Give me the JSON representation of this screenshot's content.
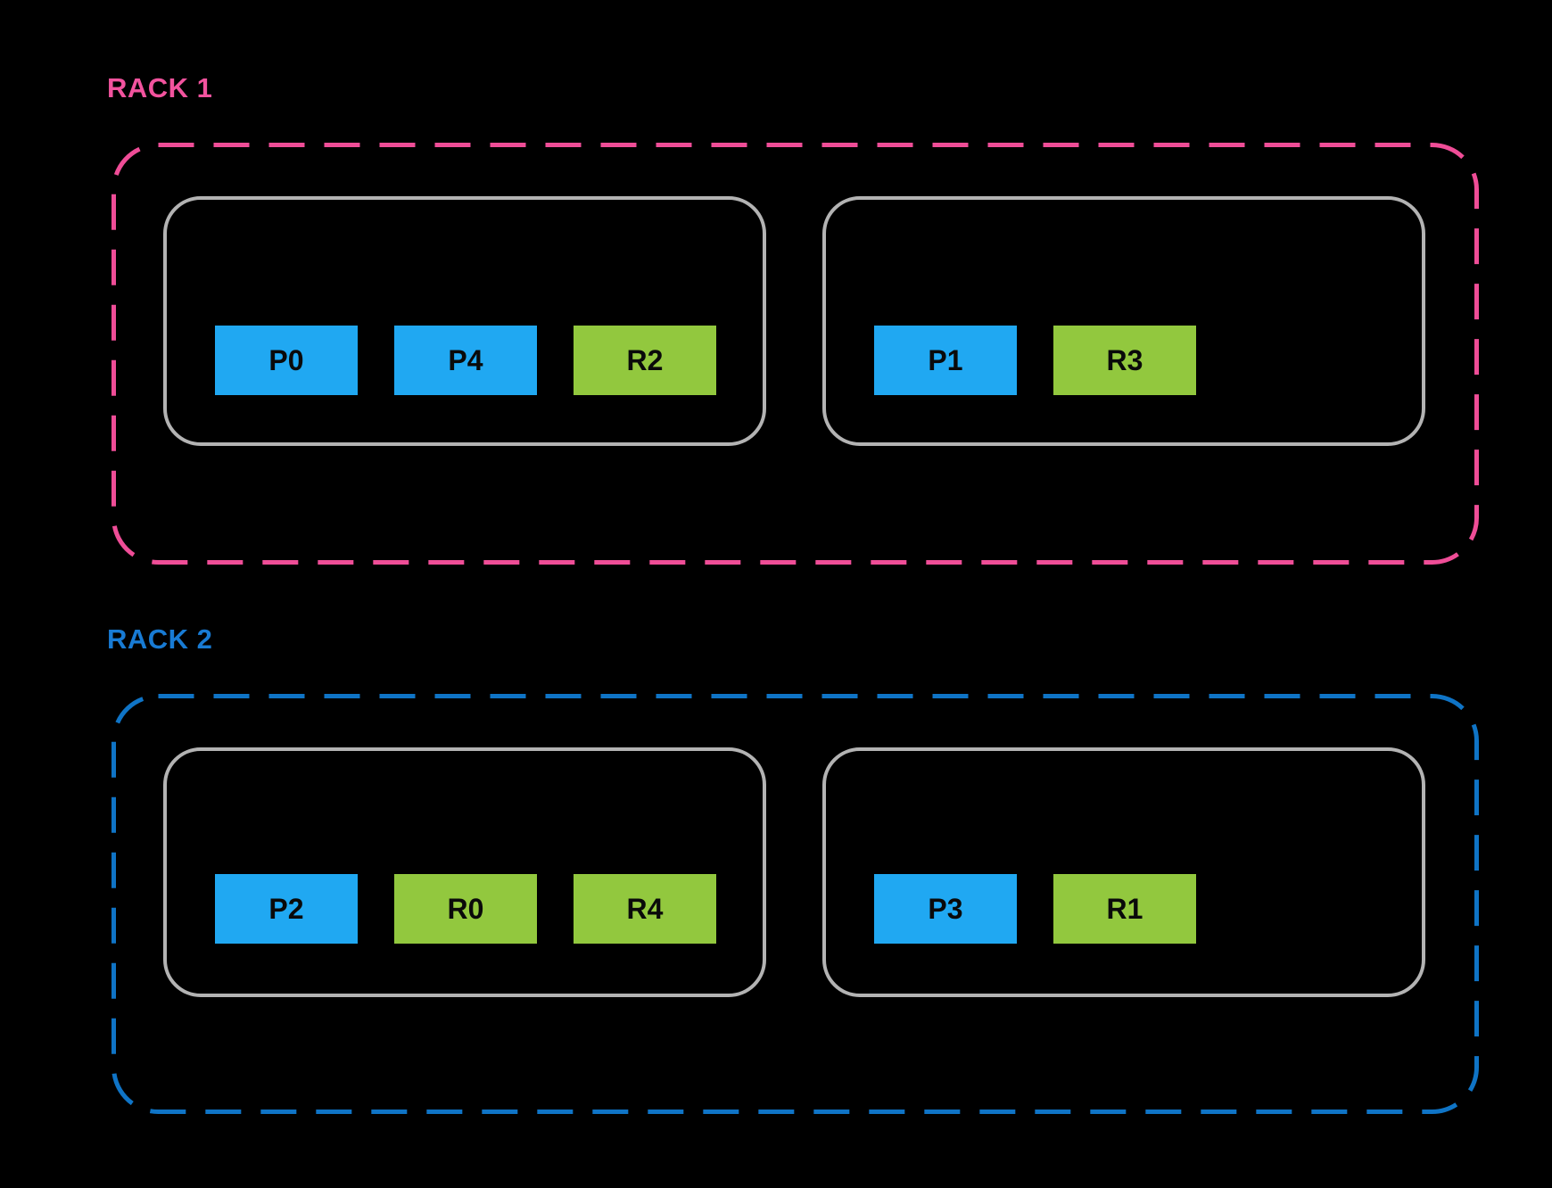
{
  "palette": {
    "background": "#000000",
    "rack1_border": "#EF4D97",
    "rack1_label": "#F2539E",
    "rack2_border": "#0F74C6",
    "rack2_label": "#187BD4",
    "host_border": "#B3B3B3",
    "block_blue": "#20A8F2",
    "block_green": "#92C83E",
    "block_text": "#0A0A0A"
  },
  "racks": [
    {
      "label": "RACK 1",
      "hosts": [
        {
          "blocks": [
            {
              "label": "P0",
              "variant": "blue"
            },
            {
              "label": "P4",
              "variant": "blue"
            },
            {
              "label": "R2",
              "variant": "green"
            }
          ]
        },
        {
          "blocks": [
            {
              "label": "P1",
              "variant": "blue"
            },
            {
              "label": "R3",
              "variant": "green"
            }
          ]
        }
      ]
    },
    {
      "label": "RACK 2",
      "hosts": [
        {
          "blocks": [
            {
              "label": "P2",
              "variant": "blue"
            },
            {
              "label": "R0",
              "variant": "green"
            },
            {
              "label": "R4",
              "variant": "green"
            }
          ]
        },
        {
          "blocks": [
            {
              "label": "P3",
              "variant": "blue"
            },
            {
              "label": "R1",
              "variant": "green"
            }
          ]
        }
      ]
    }
  ]
}
